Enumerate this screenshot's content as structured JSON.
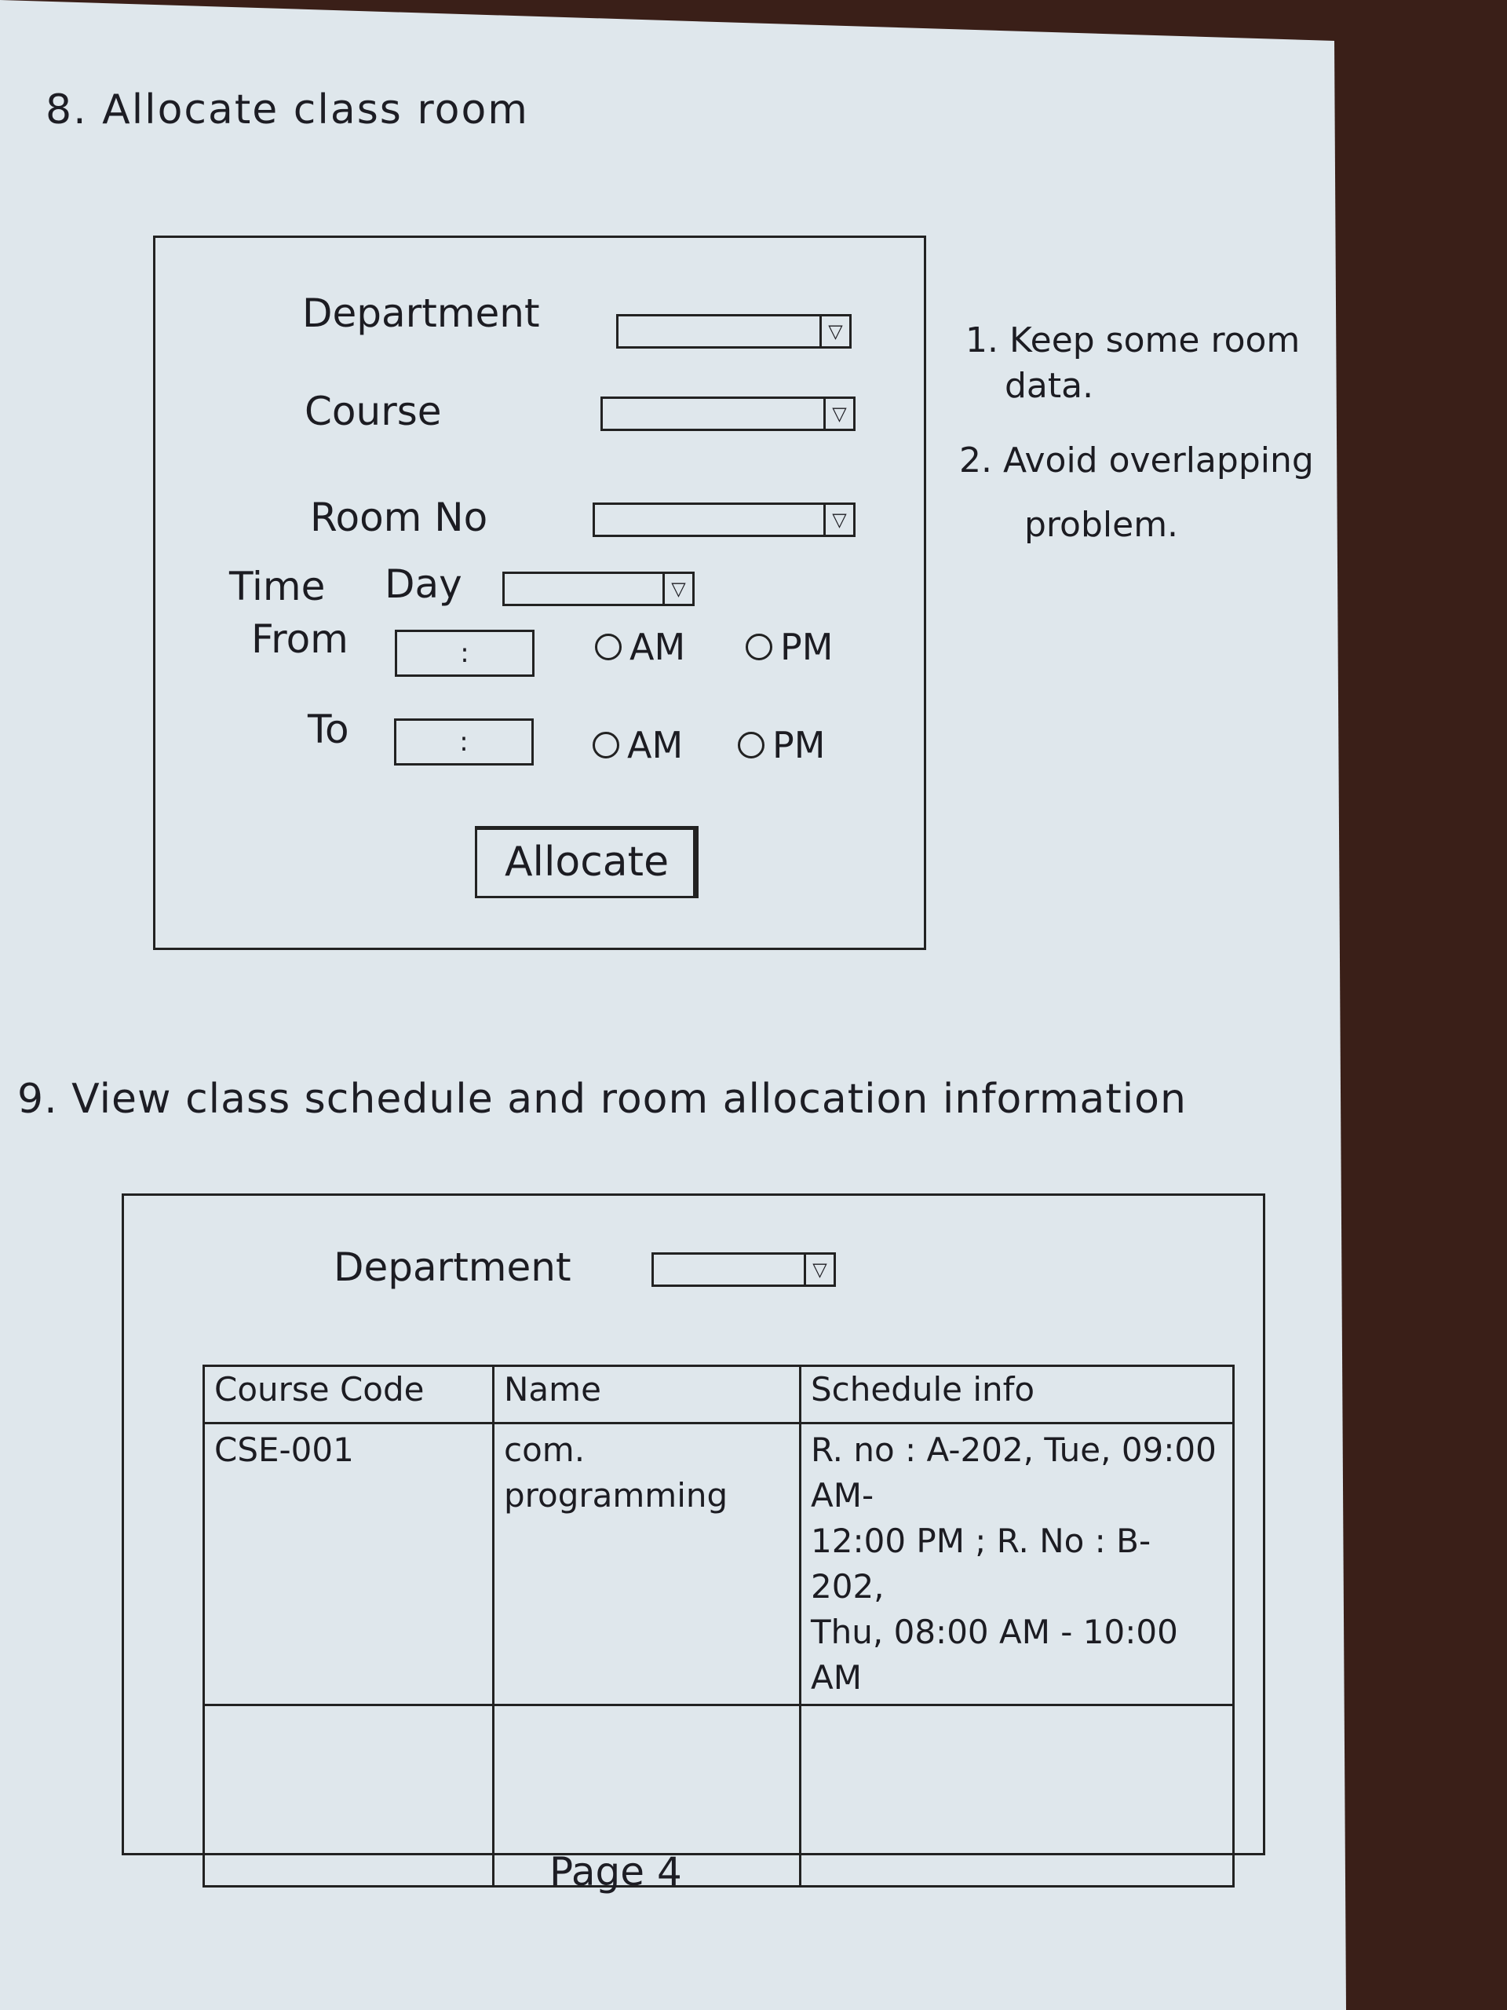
{
  "section8": {
    "title": "8. Allocate class room",
    "form": {
      "department_label": "Department",
      "course_label": "Course",
      "room_label": "Room No",
      "time_label": "Time",
      "day_label": "Day",
      "from_label": "From",
      "to_label": "To",
      "time_separator": ":",
      "am_label": "AM",
      "pm_label": "PM",
      "dropdown_arrow": "▽",
      "allocate_button": "Allocate"
    },
    "notes": {
      "note1_line1": "1. Keep some room",
      "note1_line2": "data.",
      "note2_line1": "2. Avoid overlapping",
      "note2_line2": "problem."
    }
  },
  "section9": {
    "title": "9. View class schedule and room allocation information",
    "department_label": "Department",
    "dropdown_arrow": "▽",
    "table": {
      "headers": [
        "Course Code",
        "Name",
        "Schedule info"
      ],
      "rows": [
        {
          "code": "CSE-001",
          "name": "com. programming",
          "schedule_line1": "R. no : A-202, Tue, 09:00 AM-",
          "schedule_line2": "12:00 PM ; R. No : B-202,",
          "schedule_line3": "Thu, 08:00 AM - 10:00 AM"
        },
        {
          "code": "",
          "name": "",
          "schedule_line1": "",
          "schedule_line2": "",
          "schedule_line3": ""
        }
      ]
    }
  },
  "footer": {
    "page": "Page 4"
  }
}
